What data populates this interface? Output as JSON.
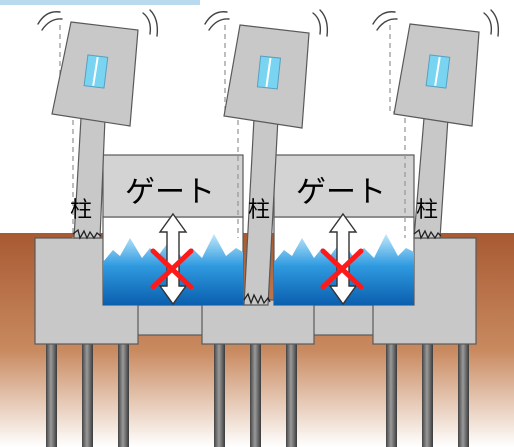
{
  "labels": {
    "gate_left": "ゲート",
    "gate_right": "ゲート",
    "pillar_left": "柱",
    "pillar_center": "柱",
    "pillar_right": "柱"
  },
  "colors": {
    "structure_fill": "#c8c8c8",
    "structure_stroke": "#595959",
    "ground_top": "#a85a32",
    "ground_bottom": "#ffffff",
    "water_deep": "#0f77c8",
    "water_light": "#bfe8fb",
    "window": "#79d4f2",
    "x_mark": "#ff1a1a",
    "top_bar": "#b9d9ee"
  },
  "icons": [
    "shake-motion-icon",
    "crack-icon",
    "blocked-movement-icon",
    "double-arrow-icon"
  ]
}
